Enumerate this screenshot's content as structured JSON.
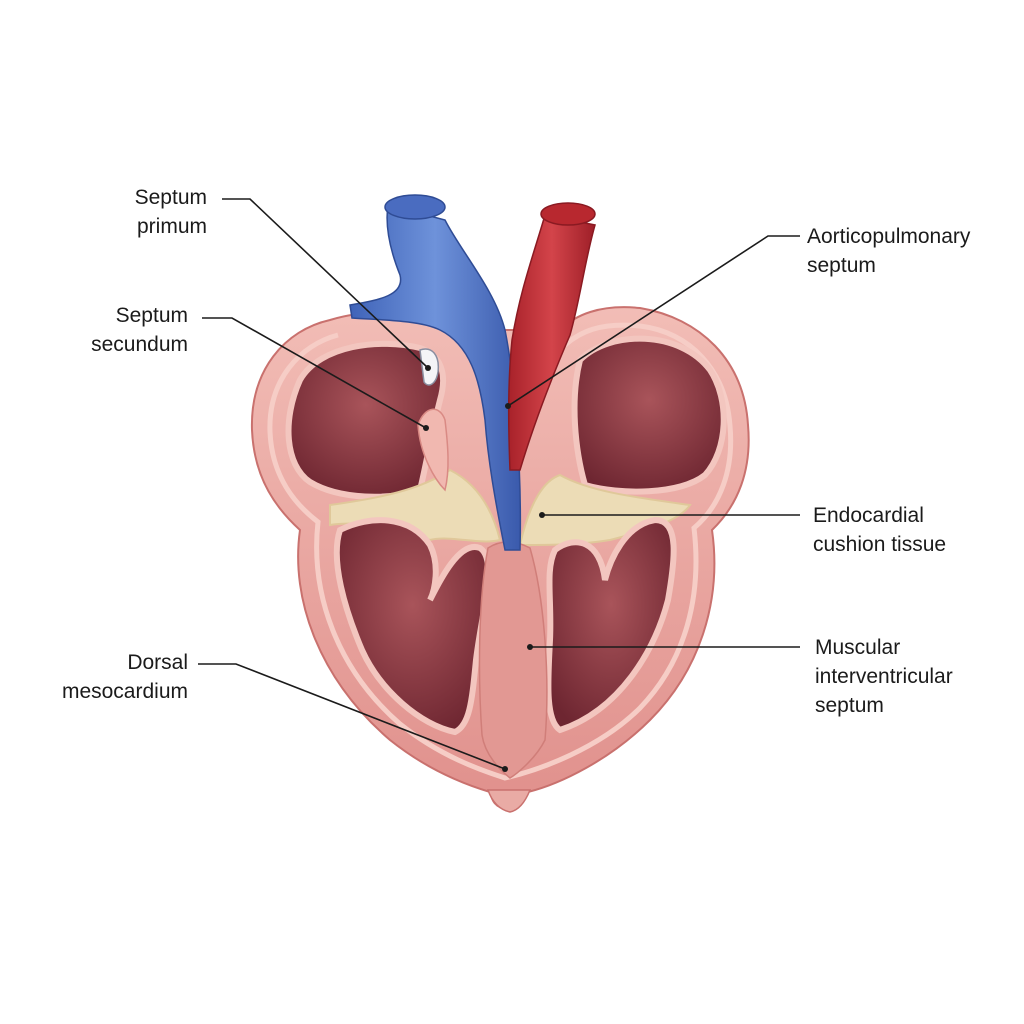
{
  "labels": {
    "septum_primum": [
      "Septum",
      "primum"
    ],
    "septum_secundum": [
      "Septum",
      "secundum"
    ],
    "dorsal_mesocardium": [
      "Dorsal",
      "mesocardium"
    ],
    "aorticopulmonary_septum": [
      "Aorticopulmonary",
      "septum"
    ],
    "endocardial_cushion": [
      "Endocardial",
      "cushion tissue"
    ],
    "muscular_iv_septum": [
      "Muscular",
      "interventricular",
      "septum"
    ]
  },
  "colors": {
    "background": "#ffffff",
    "myocardium": "#e59c98",
    "myocardium_light": "#f0bcb6",
    "chamber": "#8e3b42",
    "chamber_dark": "#6e2631",
    "cushion": "#ecdcb6",
    "vein_blue": "#5f83d0",
    "artery_red": "#c73337",
    "leader_line": "#1b1b1b"
  }
}
